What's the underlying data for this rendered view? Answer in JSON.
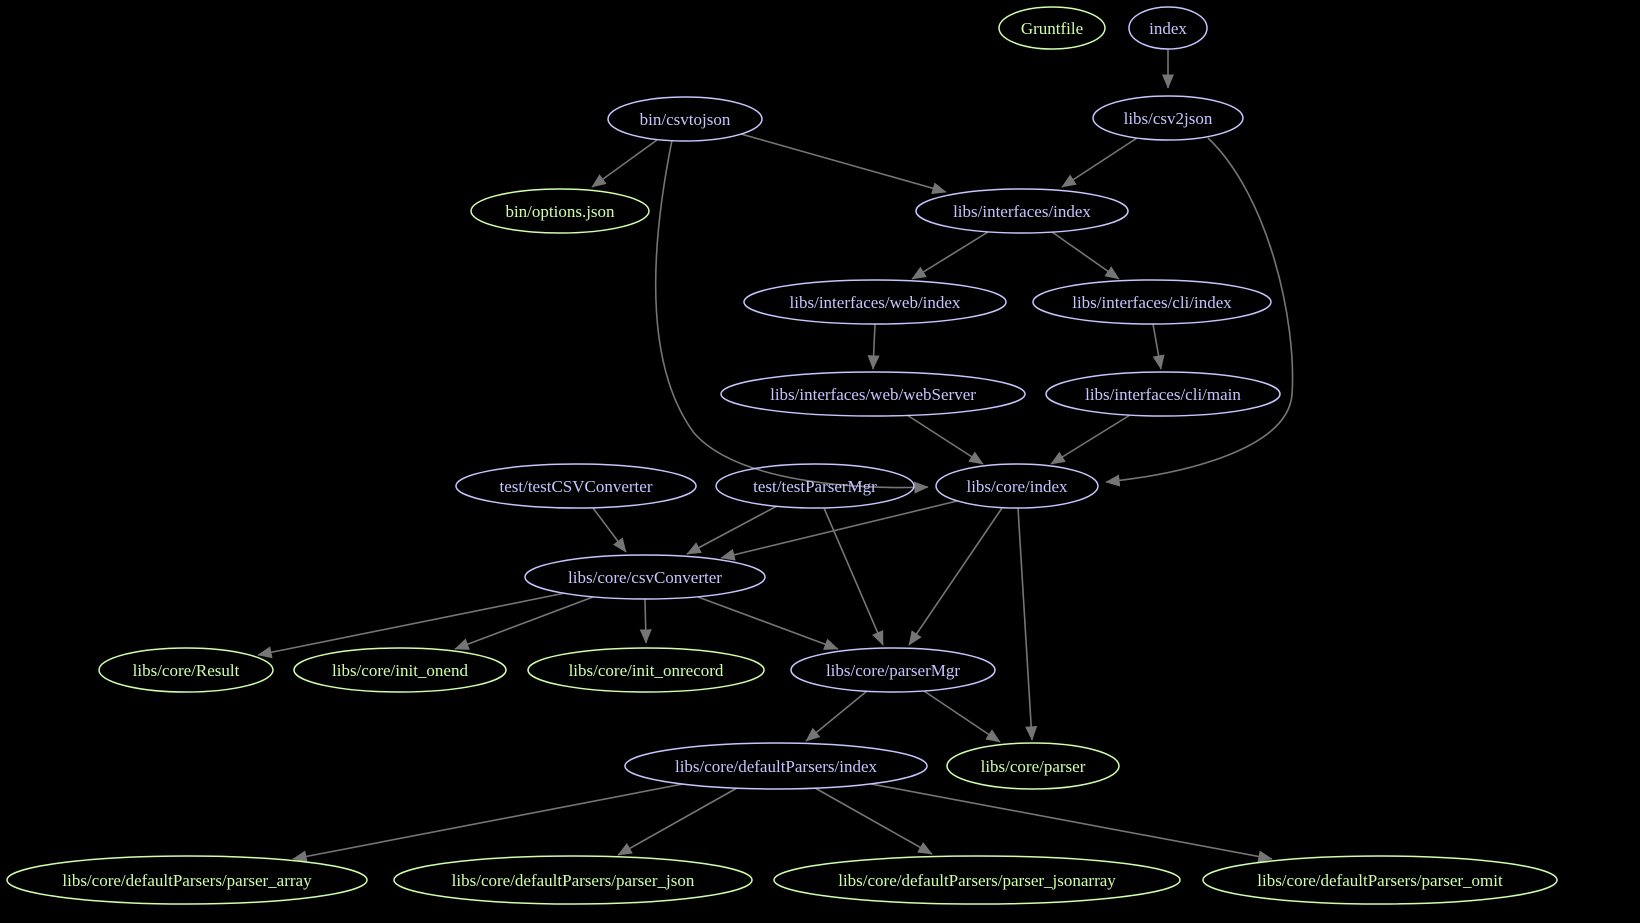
{
  "colors": {
    "background": "#000000",
    "node": "#c6c5fe",
    "leaf_node": "#cfffac",
    "edge": "#757575"
  },
  "graph": {
    "type": "directed-dependency-graph",
    "nodes": [
      {
        "id": "gruntfile",
        "label": "Gruntfile",
        "type": "leaf"
      },
      {
        "id": "index",
        "label": "index",
        "type": "dep"
      },
      {
        "id": "bin-csvtojson",
        "label": "bin/csvtojson",
        "type": "dep"
      },
      {
        "id": "libs-csv2json",
        "label": "libs/csv2json",
        "type": "dep"
      },
      {
        "id": "bin-options-json",
        "label": "bin/options.json",
        "type": "leaf"
      },
      {
        "id": "interfaces-index",
        "label": "libs/interfaces/index",
        "type": "dep"
      },
      {
        "id": "web-index",
        "label": "libs/interfaces/web/index",
        "type": "dep"
      },
      {
        "id": "cli-index",
        "label": "libs/interfaces/cli/index",
        "type": "dep"
      },
      {
        "id": "web-webserver",
        "label": "libs/interfaces/web/webServer",
        "type": "dep"
      },
      {
        "id": "cli-main",
        "label": "libs/interfaces/cli/main",
        "type": "dep"
      },
      {
        "id": "test-csvconverter",
        "label": "test/testCSVConverter",
        "type": "dep"
      },
      {
        "id": "test-parsermgr",
        "label": "test/testParserMgr",
        "type": "dep"
      },
      {
        "id": "core-index",
        "label": "libs/core/index",
        "type": "dep"
      },
      {
        "id": "core-csvconverter",
        "label": "libs/core/csvConverter",
        "type": "dep"
      },
      {
        "id": "core-result",
        "label": "libs/core/Result",
        "type": "leaf"
      },
      {
        "id": "core-init-onend",
        "label": "libs/core/init_onend",
        "type": "leaf"
      },
      {
        "id": "core-init-onrecord",
        "label": "libs/core/init_onrecord",
        "type": "leaf"
      },
      {
        "id": "core-parsermgr",
        "label": "libs/core/parserMgr",
        "type": "dep"
      },
      {
        "id": "defaultparsers-index",
        "label": "libs/core/defaultParsers/index",
        "type": "dep"
      },
      {
        "id": "core-parser",
        "label": "libs/core/parser",
        "type": "leaf"
      },
      {
        "id": "parser-array",
        "label": "libs/core/defaultParsers/parser_array",
        "type": "leaf"
      },
      {
        "id": "parser-json",
        "label": "libs/core/defaultParsers/parser_json",
        "type": "leaf"
      },
      {
        "id": "parser-jsonarray",
        "label": "libs/core/defaultParsers/parser_jsonarray",
        "type": "leaf"
      },
      {
        "id": "parser-omit",
        "label": "libs/core/defaultParsers/parser_omit",
        "type": "leaf"
      }
    ],
    "edges": [
      {
        "from": "index",
        "to": "libs/csv2json"
      },
      {
        "from": "bin/csvtojson",
        "to": "bin/options.json"
      },
      {
        "from": "bin/csvtojson",
        "to": "libs/interfaces/index"
      },
      {
        "from": "bin/csvtojson",
        "to": "libs/core/index"
      },
      {
        "from": "libs/csv2json",
        "to": "libs/interfaces/index"
      },
      {
        "from": "libs/csv2json",
        "to": "libs/core/index"
      },
      {
        "from": "libs/interfaces/index",
        "to": "libs/interfaces/web/index"
      },
      {
        "from": "libs/interfaces/index",
        "to": "libs/interfaces/cli/index"
      },
      {
        "from": "libs/interfaces/web/index",
        "to": "libs/interfaces/web/webServer"
      },
      {
        "from": "libs/interfaces/cli/index",
        "to": "libs/interfaces/cli/main"
      },
      {
        "from": "libs/interfaces/web/webServer",
        "to": "libs/core/index"
      },
      {
        "from": "libs/interfaces/cli/main",
        "to": "libs/core/index"
      },
      {
        "from": "test/testCSVConverter",
        "to": "libs/core/csvConverter"
      },
      {
        "from": "test/testParserMgr",
        "to": "libs/core/csvConverter"
      },
      {
        "from": "test/testParserMgr",
        "to": "libs/core/parserMgr"
      },
      {
        "from": "libs/core/index",
        "to": "libs/core/csvConverter"
      },
      {
        "from": "libs/core/index",
        "to": "libs/core/parserMgr"
      },
      {
        "from": "libs/core/index",
        "to": "libs/core/parser"
      },
      {
        "from": "libs/core/csvConverter",
        "to": "libs/core/Result"
      },
      {
        "from": "libs/core/csvConverter",
        "to": "libs/core/init_onend"
      },
      {
        "from": "libs/core/csvConverter",
        "to": "libs/core/init_onrecord"
      },
      {
        "from": "libs/core/csvConverter",
        "to": "libs/core/parserMgr"
      },
      {
        "from": "libs/core/parserMgr",
        "to": "libs/core/defaultParsers/index"
      },
      {
        "from": "libs/core/parserMgr",
        "to": "libs/core/parser"
      },
      {
        "from": "libs/core/defaultParsers/index",
        "to": "libs/core/defaultParsers/parser_array"
      },
      {
        "from": "libs/core/defaultParsers/index",
        "to": "libs/core/defaultParsers/parser_json"
      },
      {
        "from": "libs/core/defaultParsers/index",
        "to": "libs/core/defaultParsers/parser_jsonarray"
      },
      {
        "from": "libs/core/defaultParsers/index",
        "to": "libs/core/defaultParsers/parser_omit"
      }
    ]
  }
}
